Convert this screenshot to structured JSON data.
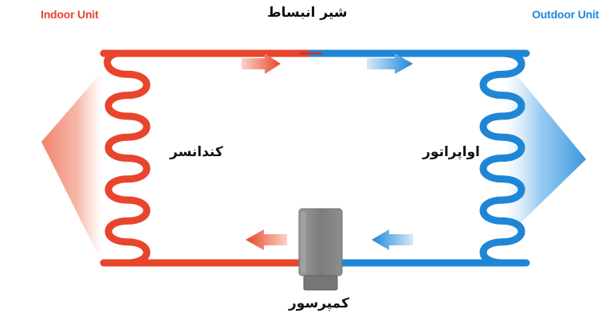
{
  "labels": {
    "indoor_unit": "Indoor Unit",
    "outdoor_unit": "Outdoor Unit",
    "expansion_valve": "شیر انبساط",
    "condenser": "کندانسر",
    "evaporator": "اواپراتور",
    "compressor": "کمپرسور"
  },
  "colors": {
    "hot": "#e8452c",
    "hot_light": "#f7b3a0",
    "cold": "#1f86d6",
    "cold_light": "#a9d3f2",
    "compressor_body": "#8a8a8a",
    "text": "#111111"
  },
  "flow": {
    "hot_side_direction": "clockwise",
    "cold_side_direction": "clockwise"
  }
}
